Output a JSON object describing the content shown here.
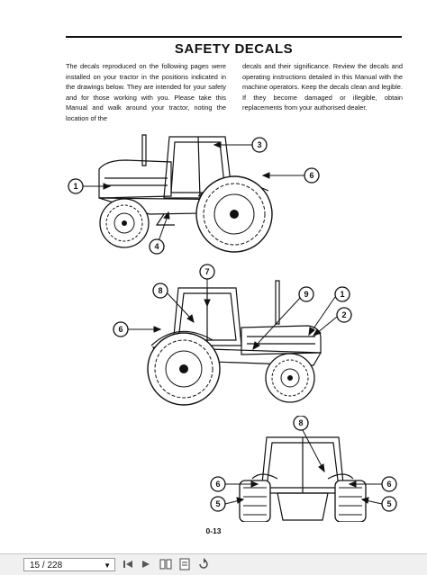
{
  "document": {
    "title": "SAFETY DECALS",
    "intro_left": "The decals reproduced on the following pages were installed on your tractor in the positions indicated in the drawings below. They are intended for your safety and for those working with you. Please take this Manual and walk around your tractor, noting the location of the",
    "intro_right_p1": "decals and their significance. Review the decals and operating instructions detailed in this Manual with the machine operators. Keep the decals clean and legible.",
    "intro_right_p2": "If they become damaged or illegible, obtain replacements from your authorised dealer.",
    "page_number": "0-13"
  },
  "figures": {
    "side_view_right": {
      "callouts": [
        "1",
        "3",
        "6",
        "4"
      ]
    },
    "side_view_left": {
      "callouts": [
        "8",
        "7",
        "9",
        "1",
        "6",
        "2"
      ]
    },
    "rear_view": {
      "callouts": [
        "8",
        "6",
        "6",
        "5",
        "5"
      ]
    }
  },
  "viewer": {
    "page_indicator": "15 / 228",
    "icons": [
      "dropdown-caret-icon",
      "first-page-icon",
      "next-page-icon",
      "two-page-view-icon",
      "fit-page-icon",
      "rotate-icon"
    ]
  }
}
